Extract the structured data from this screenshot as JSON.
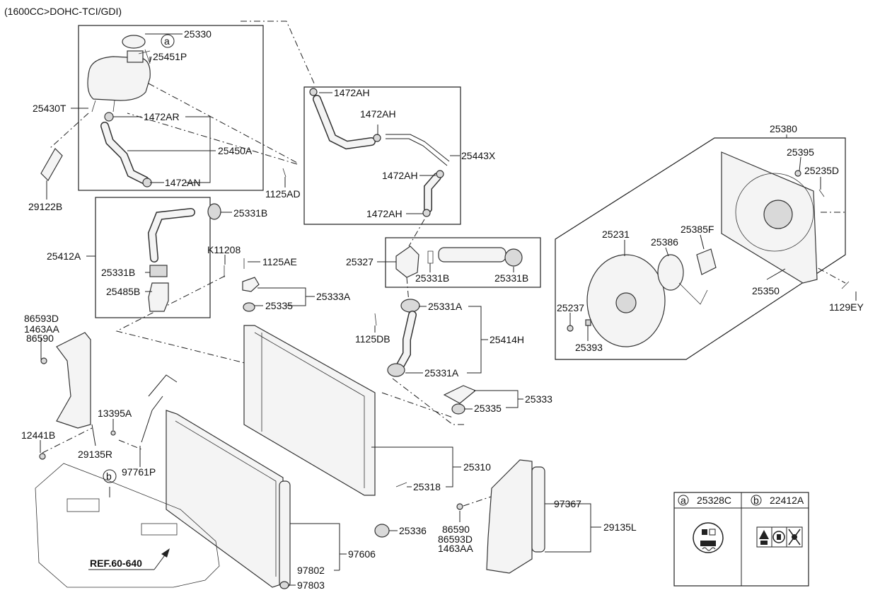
{
  "header": {
    "title": "(1600CC>DOHC-TCI/GDI)"
  },
  "reference": {
    "label": "REF.60-640"
  },
  "callouts": {
    "c25330": "25330",
    "c25451P": "25451P",
    "c25430T": "25430T",
    "c1472AR": "1472AR",
    "c25450A": "25450A",
    "c1472AN": "1472AN",
    "c29122B": "29122B",
    "c1125AD": "1125AD",
    "c1472AH_1": "1472AH",
    "c1472AH_2": "1472AH",
    "c1472AH_3": "1472AH",
    "c1472AH_4": "1472AH",
    "c25443X": "25443X",
    "c25331B_1": "25331B",
    "c25412A": "25412A",
    "c25331B_2": "25331B",
    "c25485B": "25485B",
    "cK11208": "K11208",
    "c1125AE": "1125AE",
    "c25333A": "25333A",
    "c25335_1": "25335",
    "c25327": "25327",
    "c25331B_3": "25331B",
    "c25331B_4": "25331B",
    "c25331A_1": "25331A",
    "c25414H": "25414H",
    "c25331A_2": "25331A",
    "c1125DB": "1125DB",
    "c25333": "25333",
    "c25335_2": "25335",
    "c25310": "25310",
    "c25318": "25318",
    "c25336": "25336",
    "c97606": "97606",
    "c97802": "97802",
    "c97803": "97803",
    "c86593D_1": "86593D",
    "c1463AA_1": "1463AA",
    "c86590_1": "86590",
    "c13395A": "13395A",
    "c12441B": "12441B",
    "c29135R": "29135R",
    "c97761P": "97761P",
    "c25380": "25380",
    "c25395": "25395",
    "c25235D": "25235D",
    "c25231": "25231",
    "c25385F": "25385F",
    "c25386": "25386",
    "c25350": "25350",
    "c1129EY": "1129EY",
    "c25237": "25237",
    "c25393": "25393",
    "c97367": "97367",
    "c29135L": "29135L",
    "c86590_2": "86590",
    "c86593D_2": "86593D",
    "c1463AA_2": "1463AA"
  },
  "markers": {
    "a": "a",
    "b": "b"
  },
  "legend": {
    "a_letter": "a",
    "a_part": "25328C",
    "b_letter": "b",
    "b_part": "22412A"
  }
}
